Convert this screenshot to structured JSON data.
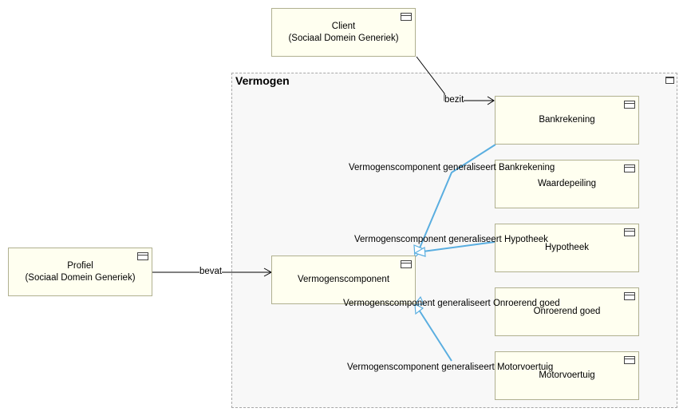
{
  "group": {
    "title": "Vermogen",
    "icon": "folder-icon"
  },
  "nodes": {
    "client": {
      "label": "Client\n(Sociaal Domein Generiek)",
      "icon": "class-icon"
    },
    "profiel": {
      "label": "Profiel\n(Sociaal Domein Generiek)",
      "icon": "class-icon"
    },
    "bankrekening": {
      "label": "Bankrekening",
      "icon": "class-icon"
    },
    "waardepeiling": {
      "label": "Waardepeiling",
      "icon": "class-icon"
    },
    "hypotheek": {
      "label": "Hypotheek",
      "icon": "class-icon"
    },
    "onroerend_goed": {
      "label": "Onroerend goed",
      "icon": "class-icon"
    },
    "motorvoertuig": {
      "label": "Motorvoertuig",
      "icon": "class-icon"
    },
    "vermogenscomponent": {
      "label": "Vermogenscomponent",
      "icon": "class-icon"
    }
  },
  "edges": {
    "bezit": "bezit",
    "bevat": "bevat",
    "gen_bankrekening": "Vermogenscomponent generaliseert Bankrekening",
    "gen_hypotheek": "Vermogenscomponent generaliseert Hypotheek",
    "gen_onroerend_goed": "Vermogenscomponent generaliseert Onroerend goed",
    "gen_motorvoertuig": "Vermogenscomponent generaliseert Motorvoertuig"
  },
  "colors": {
    "generalization": "#5aaee0",
    "association": "#000000",
    "node_fill": "#fffff0",
    "group_fill": "#f8f8f8"
  }
}
